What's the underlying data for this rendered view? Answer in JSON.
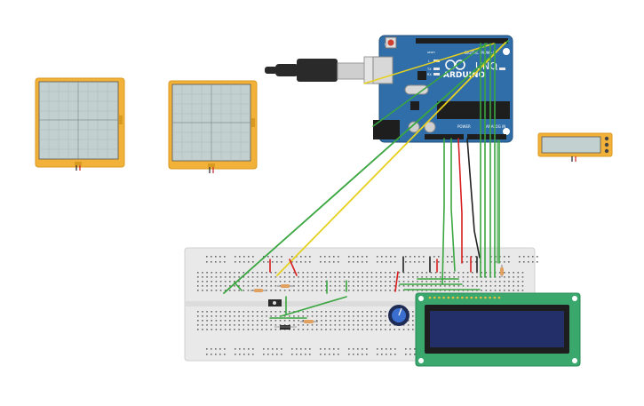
{
  "components": {
    "oscilloscope_1": {
      "name": "Oscilloscope 1"
    },
    "oscilloscope_2": {
      "name": "Oscilloscope 2"
    },
    "multimeter": {
      "name": "Multimeter"
    },
    "arduino": {
      "brand": "ARDUINO",
      "model_mark": "UNO",
      "digital_label": "DIGITAL (PWM~)",
      "power_label": "POWER",
      "analog_label": "ANALOG IN",
      "reset_label": "RESET",
      "tx_label": "TX",
      "rx_label": "RX",
      "l_label": "L",
      "on_label": "ON"
    },
    "lcd": {
      "name": "LCD 16x2"
    },
    "breadboard": {
      "name": "Breadboard"
    }
  },
  "colors": {
    "arduino_board": "#2f6ea8",
    "breadboard": "#e9e9e9",
    "oscilloscope_frame": "#f2b23a",
    "oscilloscope_screen": "#c3d0d0",
    "lcd_pcb": "#3aa76d",
    "lcd_screen": "#232f68",
    "wire_green": "#3aa640",
    "wire_yellow": "#e6d020",
    "wire_red": "#d92020",
    "wire_black": "#222222"
  }
}
